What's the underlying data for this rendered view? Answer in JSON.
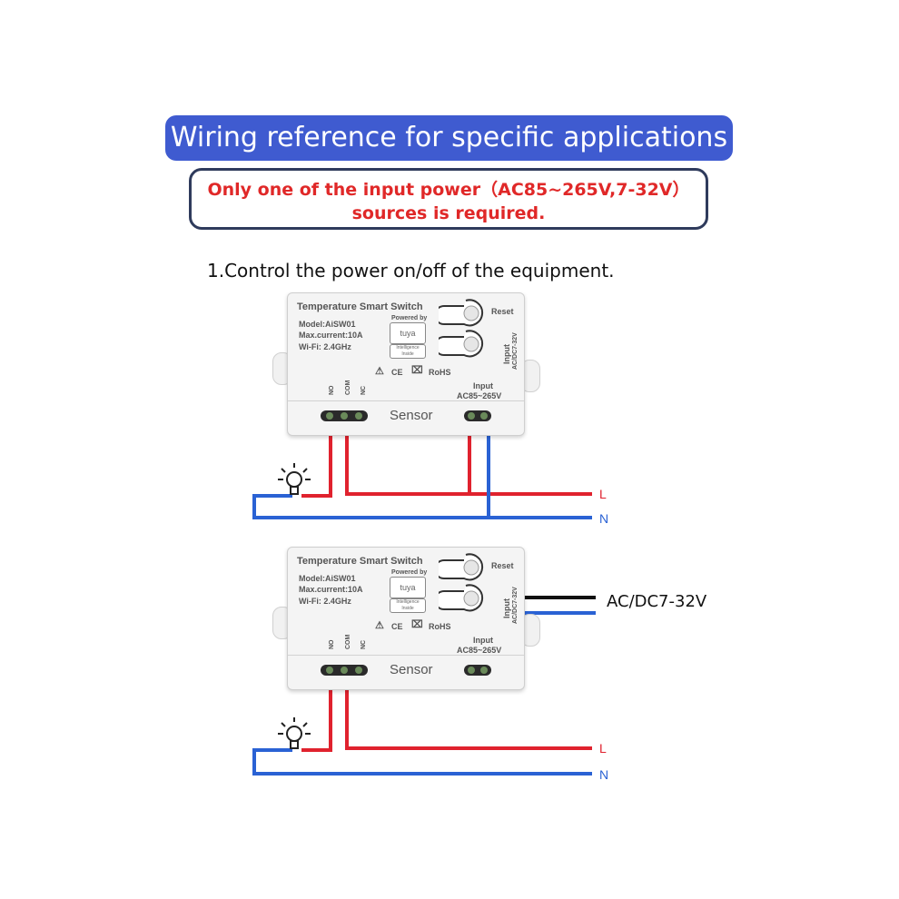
{
  "banner": {
    "title": "Wiring reference for specific applications"
  },
  "notice": {
    "line1": "Only one of the input power（AC85~265V,7-32V）",
    "line2": "sources is required."
  },
  "section": {
    "heading": "1.Control the power on/off of the equipment."
  },
  "device": {
    "title": "Temperature Smart Switch",
    "model": "Model:AiSW01",
    "max_current": "Max.current:10A",
    "wifi": "Wi-Fi: 2.4GHz",
    "powered_by": "Powered by",
    "tuya": "tuya",
    "intelligence": "Intelligence Inside",
    "reset": "Reset",
    "input_dc_label": "Input",
    "input_dc_range": "AC/DC7-32V",
    "ce": "CE",
    "rohs": "RoHS",
    "output_terminals": [
      "NO",
      "COM",
      "NC"
    ],
    "input_label": "Input",
    "input_range": "AC85~265V",
    "sensor": "Sensor"
  },
  "wires": {
    "live": "L",
    "neutral": "N",
    "dc_source": "AC/DC7-32V"
  },
  "colors": {
    "banner": "#3f5bd0",
    "notice_text": "#e02828",
    "live_wire": "#e0222e",
    "neutral_wire": "#2a62d4",
    "dc_wire": "#111111"
  },
  "icons": [
    "lightbulb-icon",
    "warning-icon",
    "ce-mark-icon",
    "weee-bin-icon",
    "reset-button-icon",
    "tuya-logo-icon"
  ]
}
